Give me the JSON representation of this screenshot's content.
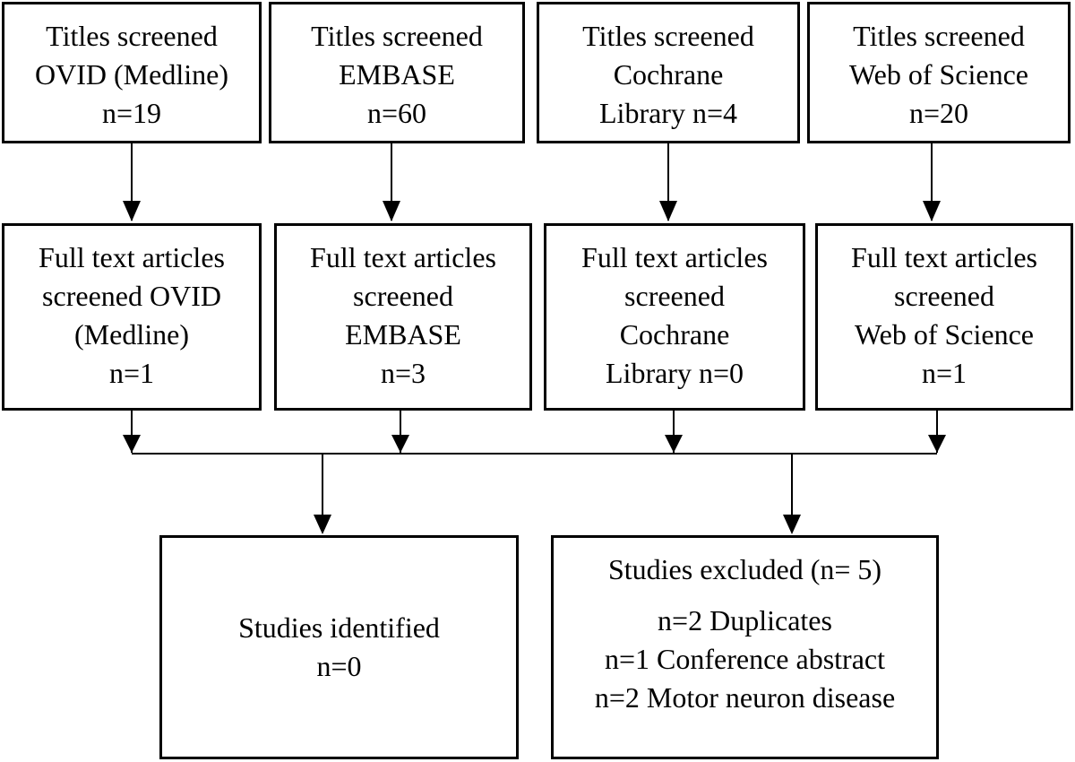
{
  "search_boxes": [
    {
      "lines": [
        "Titles screened",
        "OVID (Medline)",
        "n=19"
      ]
    },
    {
      "lines": [
        "Titles screened",
        "EMBASE",
        "n=60"
      ]
    },
    {
      "lines": [
        "Titles screened",
        "Cochrane",
        "Library n=4"
      ]
    },
    {
      "lines": [
        "Titles screened",
        "Web of Science",
        "n=20"
      ]
    }
  ],
  "fulltext_boxes": [
    {
      "lines": [
        "Full text articles",
        "screened OVID",
        "(Medline)",
        "n=1"
      ]
    },
    {
      "lines": [
        "Full text articles",
        "screened",
        "EMBASE",
        "n=3"
      ]
    },
    {
      "lines": [
        "Full text articles",
        "screened",
        "Cochrane",
        "Library n=0"
      ]
    },
    {
      "lines": [
        "Full text articles",
        "screened",
        "Web of Science",
        "n=1"
      ]
    }
  ],
  "identified": {
    "lines": [
      "Studies identified",
      "n=0"
    ]
  },
  "excluded": {
    "heading": "Studies excluded (n= 5)",
    "reasons": [
      "n=2 Duplicates",
      "n=1 Conference abstract",
      "n=2 Motor neuron disease"
    ]
  }
}
